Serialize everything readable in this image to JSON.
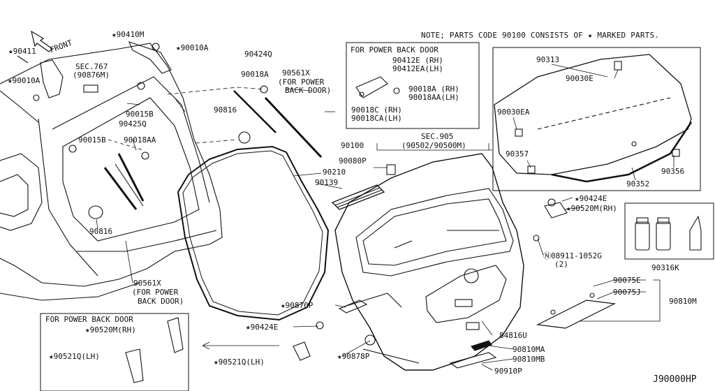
{
  "diagram": {
    "note": "NOTE; PARTS CODE 90100 CONSISTS OF ★ MARKED PARTS.",
    "drawing_code": "J90000HP",
    "front": "FRONT",
    "sections": {
      "sec767": "SEC.767",
      "sec767_ref": "(90876M)",
      "sec905": "SEC.905",
      "sec905_ref": "(90502/90500M)"
    },
    "power_door_box_title": "FOR POWER BACK DOOR",
    "power_door_box2_title": "FOR POWER BACK DOOR",
    "labels": {
      "p90410M": "★90410M",
      "p90010A_top": "★90010A",
      "p90411": "★90411",
      "p90010A_left": "★90010A",
      "p90424Q": "90424Q",
      "p90018A": "90018A",
      "p90561X_top": "90561X",
      "p90561X_top_sub1": "(FOR POWER",
      "p90561X_top_sub2": "BACK DOOR)",
      "p90015B_a": "90015B",
      "p90425Q": "90425Q",
      "p90015B_b": "90015B",
      "p90018AA": "90018AA",
      "p90816_a": "90816",
      "p90816_b": "90816",
      "p90561X_bot": "90561X",
      "p90561X_bot_sub1": "(FOR POWER",
      "p90561X_bot_sub2": "BACK DOOR)",
      "p90412E": "90412E  (RH)",
      "p90412EA": "90412EA(LH)",
      "p90018A_rh": "90018A  (RH)",
      "p90018AA_lh": "90018AA(LH)",
      "p90018C": "90018C  (RH)",
      "p90018CA": "90018CA(LH)",
      "p90100": "90100",
      "p90080P": "90080P",
      "p90210": "90210",
      "p90139": "90139",
      "p90313": "90313",
      "p90030E": "90030E",
      "p90030EA": "90030EA",
      "p90357": "90357",
      "p90356": "90356",
      "p90352": "90352",
      "p90424E_r": "★90424E",
      "p90520M_r": "★90520M(RH)",
      "p08911": "08911-1052G",
      "p08911_qty": "(2)",
      "p90316K": "90316K",
      "p90075E": "90075E",
      "p90075J": "90075J",
      "p90810M": "90810M",
      "p90870P": "★90870P",
      "p90424E_l": "★90424E",
      "p84816U": "84816U",
      "p90810MA": "90810MA",
      "p90810MB": "90810MB",
      "p90878P": "★90878P",
      "p90910P": "90910P",
      "p90521Q_mid": "★90521Q(LH)",
      "p90520M_box": "★90520M(RH)",
      "p90521Q_box": "★90521Q(LH)"
    }
  }
}
